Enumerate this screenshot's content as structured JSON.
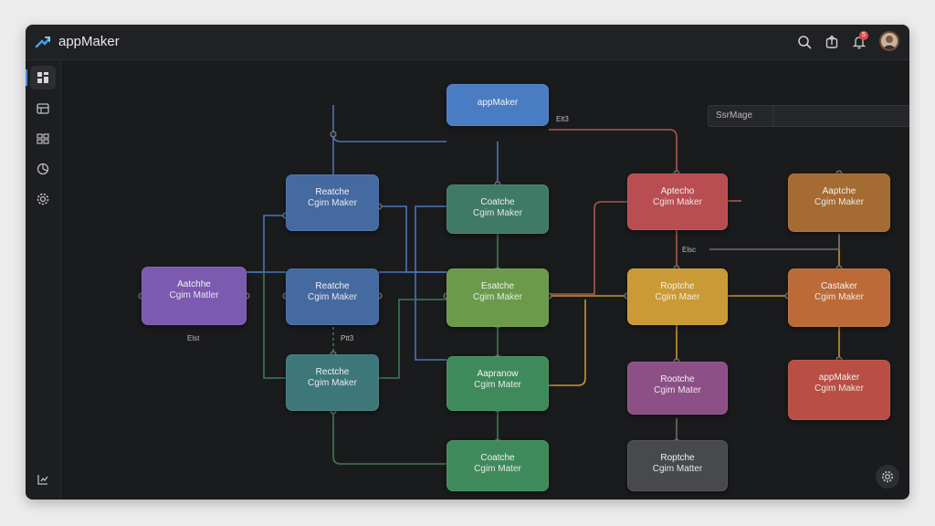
{
  "app": {
    "title": "appMaker",
    "notification_count": "5"
  },
  "toolbar": {
    "icons": [
      "search-icon",
      "share-icon",
      "bell-icon"
    ]
  },
  "sidebar": {
    "items": [
      {
        "icon": "dashboard-icon",
        "active": true
      },
      {
        "icon": "layout-icon",
        "active": false
      },
      {
        "icon": "grid-icon",
        "active": false
      },
      {
        "icon": "pie-chart-icon",
        "active": false
      },
      {
        "icon": "settings-icon",
        "active": false
      }
    ],
    "bottom_icon": "flow-icon"
  },
  "canvas": {
    "dropdown": {
      "value": "SsrMage"
    },
    "edge_labels": [
      "Elt3",
      "Elst",
      "Ptt3",
      "Elsc"
    ],
    "nodes": [
      {
        "id": "top",
        "title": "appMaker",
        "sub": "",
        "color": "#4a7cc4"
      },
      {
        "id": "l1",
        "title": "Aatchhe",
        "sub": "Cgim Matler",
        "color": "#7b5ab0"
      },
      {
        "id": "c1a",
        "title": "Reatche",
        "sub": "Cgim Maker",
        "color": "#4569a1"
      },
      {
        "id": "c1b",
        "title": "Reatche",
        "sub": "Cgim Maker",
        "color": "#4569a1"
      },
      {
        "id": "c1c",
        "title": "Rectche",
        "sub": "Cgim Maker",
        "color": "#3e7779"
      },
      {
        "id": "c2a",
        "title": "Coatche",
        "sub": "Cgim Maker",
        "color": "#3f7a66"
      },
      {
        "id": "c2b",
        "title": "Esatche",
        "sub": "Cgim Maker",
        "color": "#6b9a4a"
      },
      {
        "id": "c2c",
        "title": "Aapranow",
        "sub": "Cgim Mater",
        "color": "#3f8a5b"
      },
      {
        "id": "c2d",
        "title": "Coatche",
        "sub": "Cgim Mater",
        "color": "#3f8a5b"
      },
      {
        "id": "c3a",
        "title": "Aptecho",
        "sub": "Cgim Maker",
        "color": "#b84e52"
      },
      {
        "id": "c3b",
        "title": "Roptche",
        "sub": "Cgim Maer",
        "color": "#c99a35"
      },
      {
        "id": "c3c",
        "title": "Rootche",
        "sub": "Cgim Mater",
        "color": "#8c4f86"
      },
      {
        "id": "c3d",
        "title": "Roptche",
        "sub": "Cgim Matter",
        "color": "#47494d"
      },
      {
        "id": "c4a",
        "title": "Aaptche",
        "sub": "Cgim Maker",
        "color": "#a46b32"
      },
      {
        "id": "c4b",
        "title": "Castaker",
        "sub": "Cgim Maker",
        "color": "#bc6a38"
      },
      {
        "id": "c4c",
        "title": "appMaker",
        "sub": "Cgim Maker",
        "color": "#b84e44"
      }
    ]
  },
  "colors": {
    "background": "#1a1b1d",
    "accent": "#4a8fe0",
    "edge_blue": "#4a74b8",
    "edge_green": "#3e7a55",
    "edge_red": "#a85a4a",
    "edge_orange": "#c9962e",
    "edge_gray": "#6e6e6e"
  }
}
